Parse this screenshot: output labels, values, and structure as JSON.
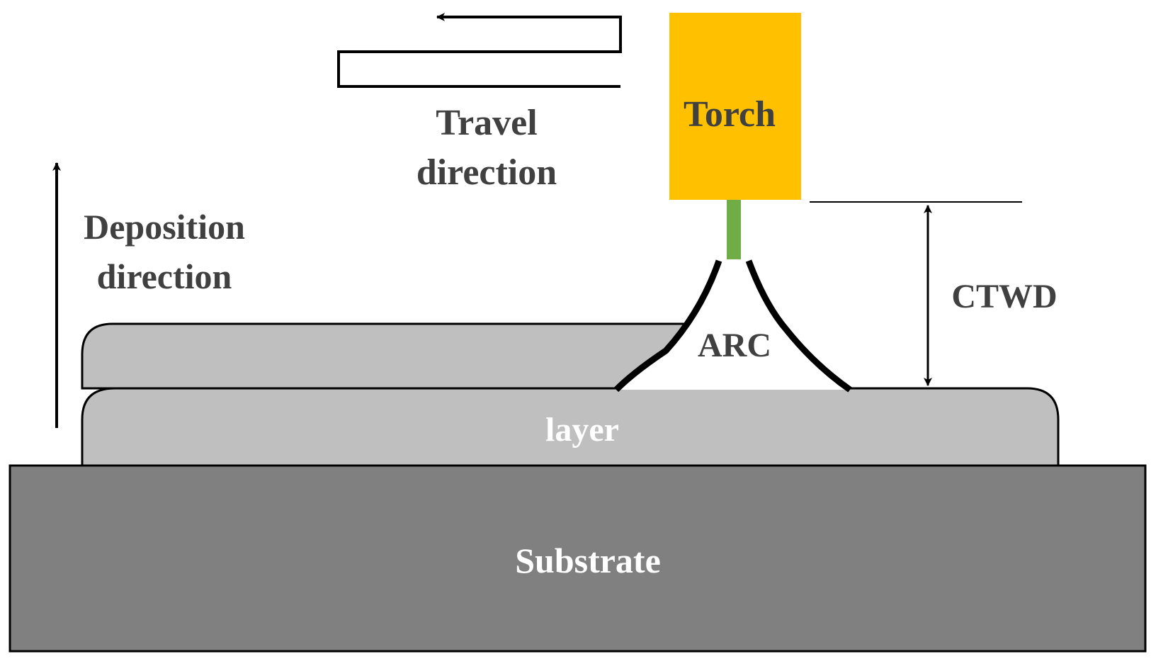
{
  "labels": {
    "travel_line1": "Travel",
    "travel_line2": "direction",
    "deposition_line1": "Deposition",
    "deposition_line2": "direction",
    "torch": "Torch",
    "ctwd": "CTWD",
    "arc": "ARC",
    "layer": "layer",
    "substrate": "Substrate"
  },
  "colors": {
    "torch": "#FFC000",
    "wire": "#70AD47",
    "layer": "#BFBFBF",
    "substrate": "#808080",
    "outline": "#000000",
    "dark_text": "#404040",
    "light_text": "#FFFFFF"
  }
}
